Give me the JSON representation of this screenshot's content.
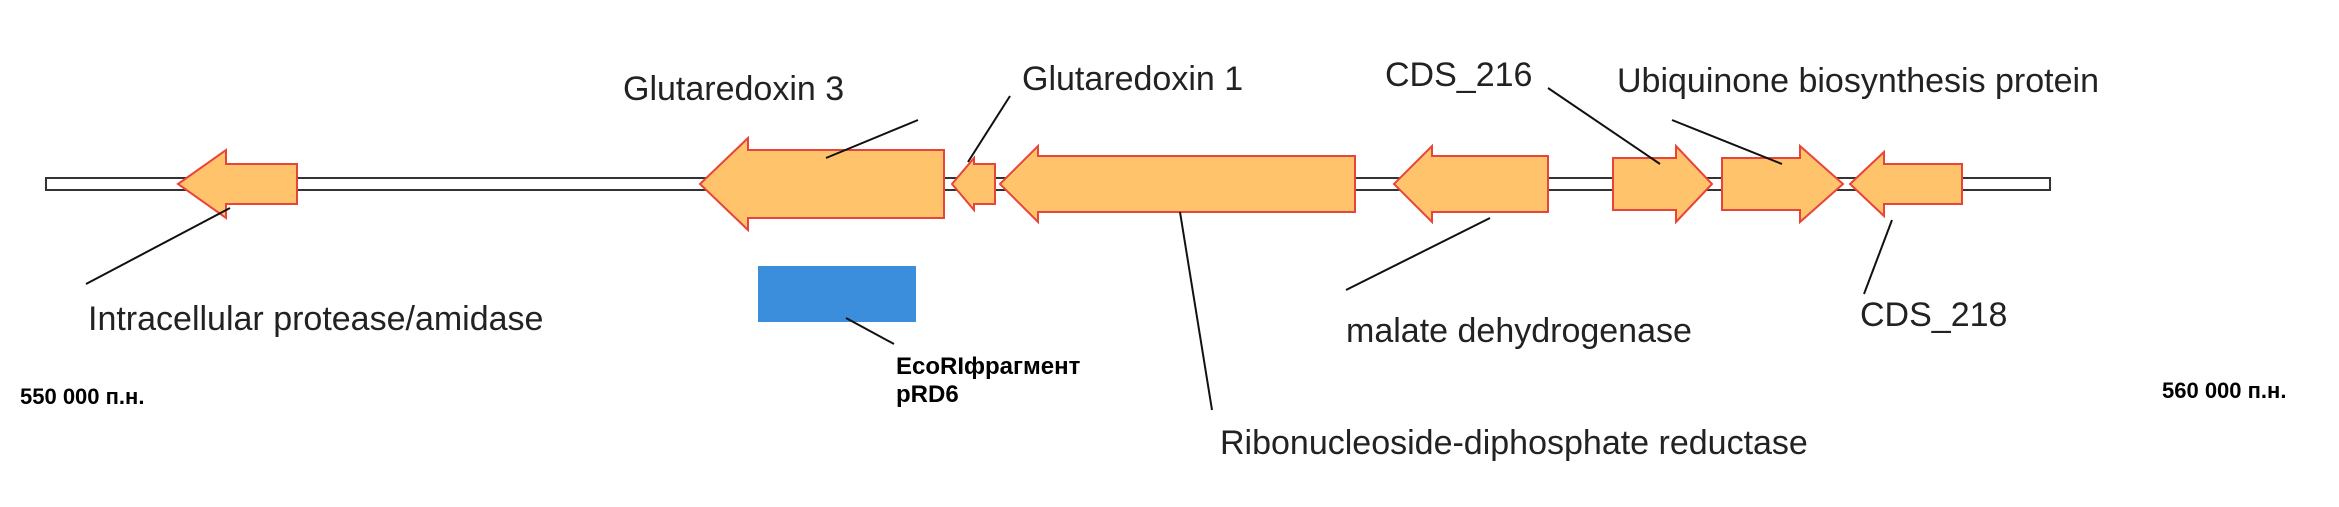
{
  "genes": [
    {
      "id": "intracellular-protease",
      "label": "Intracellular protease/amidase",
      "strand": "-"
    },
    {
      "id": "glutaredoxin-3",
      "label": "Glutaredoxin 3",
      "strand": "-"
    },
    {
      "id": "glutaredoxin-1",
      "label": "Glutaredoxin 1",
      "strand": "-"
    },
    {
      "id": "ribonucleoside-reductase",
      "label": "Ribonucleoside-diphosphate reductase",
      "strand": "-"
    },
    {
      "id": "malate-dehydrogenase",
      "label": "malate dehydrogenase",
      "strand": "-"
    },
    {
      "id": "cds-216",
      "label": "CDS_216",
      "strand": "+"
    },
    {
      "id": "ubiquinone",
      "label": "Ubiquinone biosynthesis protein",
      "strand": "+"
    },
    {
      "id": "cds-218",
      "label": "CDS_218",
      "strand": "-"
    }
  ],
  "fragment": {
    "line1": "EcoRIфрагмент",
    "line2": "pRD6",
    "color": "#3A8EDB"
  },
  "scale": {
    "start_label": "550 000 п.н.",
    "end_label": "560 000 п.н."
  },
  "colors": {
    "gene_fill": "#FFC36B",
    "gene_stroke": "#E8443A",
    "backbone": "#FFFFFF"
  }
}
